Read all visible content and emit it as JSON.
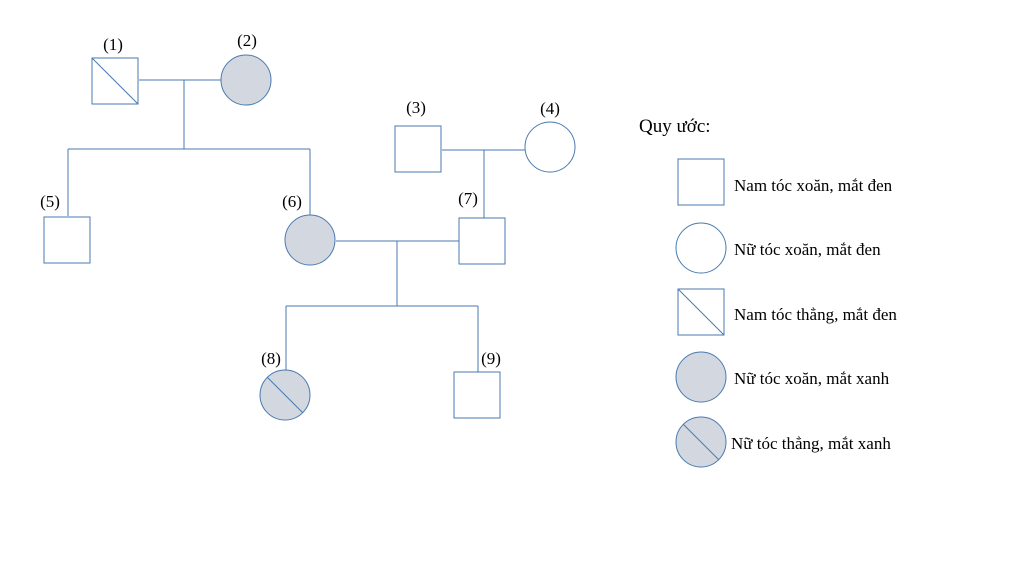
{
  "colors": {
    "stroke": "#4a7ab0",
    "affected_fill": "#d2d7e0",
    "unaffected_fill": "#ffffff"
  },
  "pedigree": {
    "individuals": [
      {
        "id": "1",
        "label": "(1)",
        "sex": "male",
        "straight_hair": true,
        "blue_eyes": false
      },
      {
        "id": "2",
        "label": "(2)",
        "sex": "female",
        "straight_hair": false,
        "blue_eyes": true
      },
      {
        "id": "3",
        "label": "(3)",
        "sex": "male",
        "straight_hair": false,
        "blue_eyes": false
      },
      {
        "id": "4",
        "label": "(4)",
        "sex": "female",
        "straight_hair": false,
        "blue_eyes": false
      },
      {
        "id": "5",
        "label": "(5)",
        "sex": "male",
        "straight_hair": false,
        "blue_eyes": false
      },
      {
        "id": "6",
        "label": "(6)",
        "sex": "female",
        "straight_hair": false,
        "blue_eyes": true
      },
      {
        "id": "7",
        "label": "(7)",
        "sex": "male",
        "straight_hair": false,
        "blue_eyes": false
      },
      {
        "id": "8",
        "label": "(8)",
        "sex": "female",
        "straight_hair": true,
        "blue_eyes": true
      },
      {
        "id": "9",
        "label": "(9)",
        "sex": "male",
        "straight_hair": false,
        "blue_eyes": false
      }
    ],
    "couples": [
      {
        "partners": [
          "1",
          "2"
        ],
        "children": [
          "5",
          "6"
        ]
      },
      {
        "partners": [
          "3",
          "4"
        ],
        "children": [
          "7"
        ]
      },
      {
        "partners": [
          "6",
          "7"
        ],
        "children": [
          "8",
          "9"
        ]
      }
    ]
  },
  "legend": {
    "title": "Quy ước:",
    "items": [
      {
        "label": "Nam tóc xoăn, mắt đen",
        "sex": "male",
        "straight_hair": false,
        "blue_eyes": false
      },
      {
        "label": "Nữ tóc xoăn, mắt đen",
        "sex": "female",
        "straight_hair": false,
        "blue_eyes": false
      },
      {
        "label": "Nam tóc thẳng, mắt đen",
        "sex": "male",
        "straight_hair": true,
        "blue_eyes": false
      },
      {
        "label": "Nữ tóc xoăn, mắt xanh",
        "sex": "female",
        "straight_hair": false,
        "blue_eyes": true
      },
      {
        "label": "Nữ tóc thẳng, mắt xanh",
        "sex": "female",
        "straight_hair": true,
        "blue_eyes": true
      }
    ]
  }
}
